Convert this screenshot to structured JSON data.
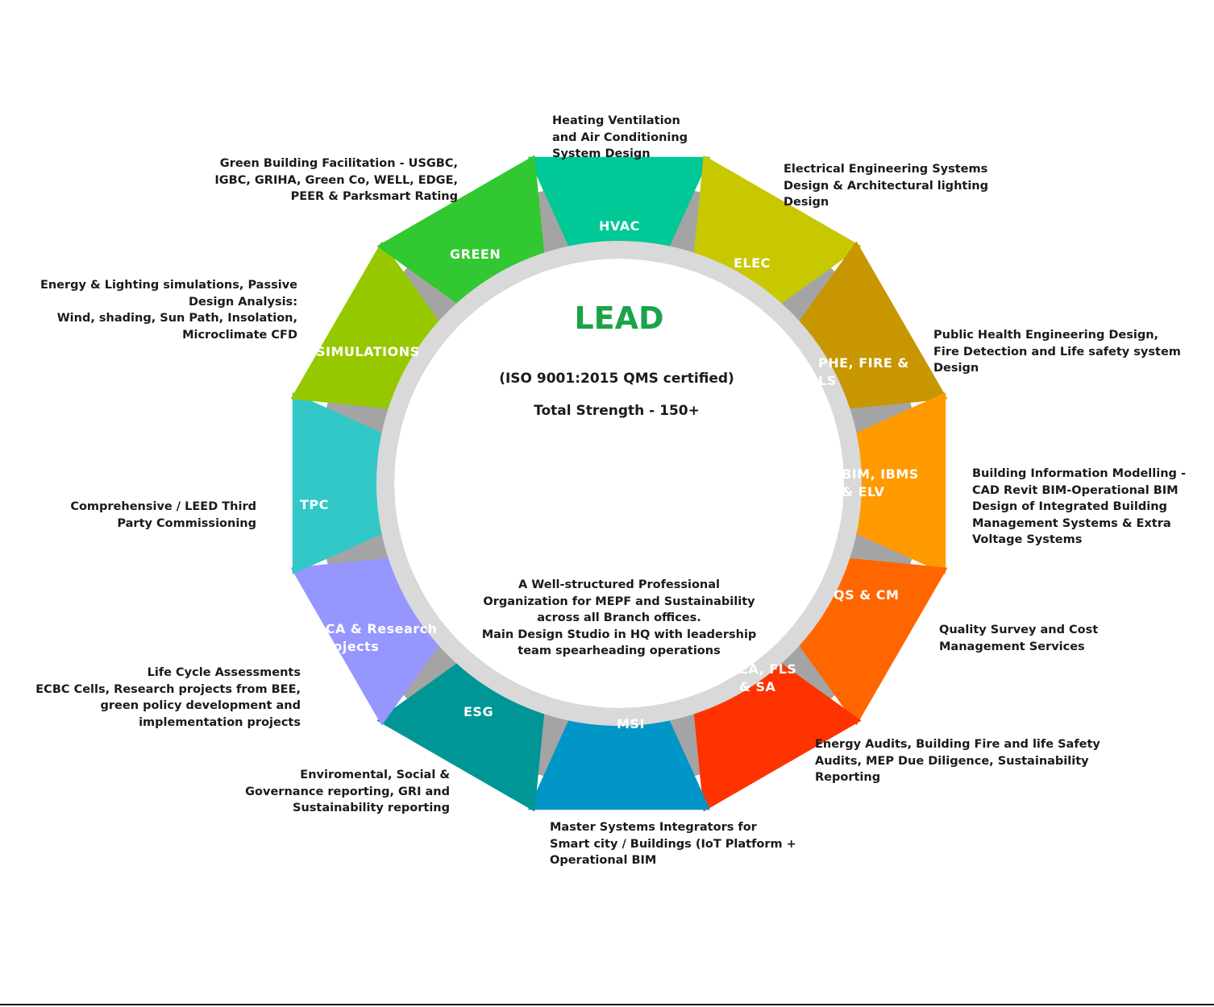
{
  "center": {
    "title": "LEAD",
    "certification": "(ISO 9001:2015 QMS certified)",
    "strength": "Total Strength - 150+",
    "description": "A Well-structured Professional\nOrganization for MEPF and Sustainability\nacross all Branch offices.\nMain Design Studio in HQ with leadership\nteam spearheading operations"
  },
  "colors": {
    "title": "#1ba34a",
    "ring_outer": "#a4a4a4",
    "ring_inner": "#d9d9d9"
  },
  "segments": [
    {
      "id": "hvac",
      "label": "HVAC",
      "color": "#00c896",
      "description": "Heating Ventilation\nand Air Conditioning\nSystem Design"
    },
    {
      "id": "elec",
      "label": "ELEC",
      "color": "#c8c800",
      "description": "Electrical Engineering Systems\nDesign & Architectural lighting\nDesign"
    },
    {
      "id": "phe",
      "label": "PHE, FIRE &\nLS",
      "color": "#c89600",
      "description": "Public Health Engineering Design,\nFire Detection and Life safety system\nDesign"
    },
    {
      "id": "bim",
      "label": "BIM, IBMS\n& ELV",
      "color": "#ff9a00",
      "description": "Building Information Modelling -\nCAD Revit BIM-Operational BIM\nDesign of Integrated Building\nManagement Systems & Extra\nVoltage Systems"
    },
    {
      "id": "qs",
      "label": "QS & CM",
      "color": "#ff6600",
      "description": "Quality Survey and Cost\nManagement Services"
    },
    {
      "id": "ea",
      "label": "EA, FLS\n& SA",
      "color": "#ff3300",
      "description": "Energy Audits, Building Fire and life Safety\nAudits, MEP Due Diligence, Sustainability\nReporting"
    },
    {
      "id": "msi",
      "label": "MSI",
      "color": "#0096c8",
      "description": "Master Systems Integrators for\nSmart city / Buildings (IoT Platform +\nOperational BIM"
    },
    {
      "id": "esg",
      "label": "ESG",
      "color": "#009696",
      "description": "Enviromental, Social &\nGovernance reporting, GRI and\nSustainability reporting"
    },
    {
      "id": "lca",
      "label": "LCA & Research\nprojects",
      "color": "#9696ff",
      "description": "Life Cycle Assessments\nECBC Cells, Research projects from BEE,\ngreen policy development and\nimplementation projects"
    },
    {
      "id": "tpc",
      "label": "TPC",
      "color": "#32c8c8",
      "description": "Comprehensive / LEED Third\nParty Commissioning"
    },
    {
      "id": "sim",
      "label": "SIMULATIONS",
      "color": "#96c800",
      "description": "Energy & Lighting simulations, Passive\nDesign Analysis:\nWind, shading, Sun Path, Insolation,\nMicroclimate CFD"
    },
    {
      "id": "green",
      "label": "GREEN",
      "color": "#32c832",
      "description": "Green Building Facilitation - USGBC,\nIGBC, GRIHA, Green Co, WELL, EDGE,\nPEER & Parksmart Rating"
    }
  ]
}
